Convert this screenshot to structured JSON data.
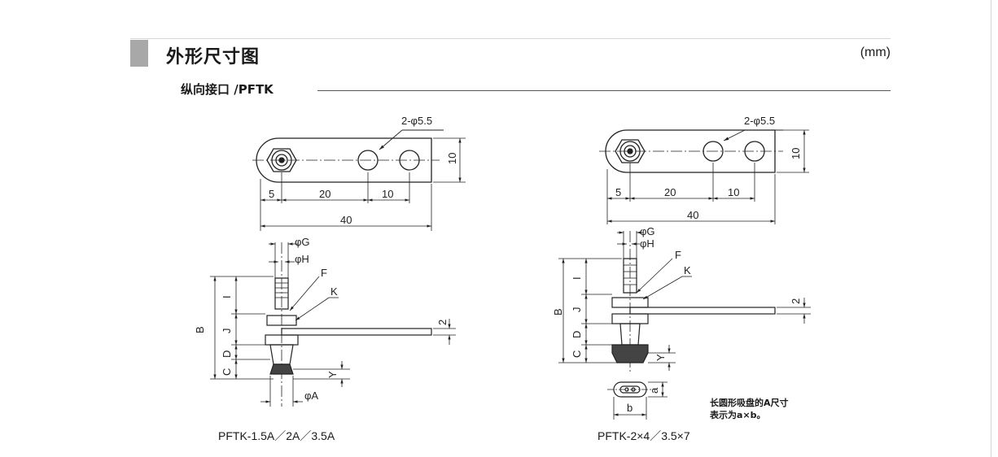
{
  "header": {
    "title": "外形尺寸图",
    "unit": "(mm)",
    "subtitle": "纵向接口 /PFTK"
  },
  "left_view": {
    "caption": "PFTK-1.5A／2A／3.5A",
    "top_dims": {
      "holes": "2-φ5.5",
      "d5": "5",
      "d20": "20",
      "d10": "10",
      "d40": "40",
      "h10": "10"
    },
    "side_labels": {
      "G": "φG",
      "H": "φH",
      "F": "F",
      "K": "K",
      "I": "I",
      "J": "J",
      "D": "D",
      "C": "C",
      "B": "B",
      "Y": "Y",
      "A": "φA",
      "t2": "2"
    }
  },
  "right_view": {
    "caption": "PFTK-2×4／3.5×7",
    "top_dims": {
      "holes": "2-φ5.5",
      "d5": "5",
      "d20": "20",
      "d10": "10",
      "d40": "40",
      "h10": "10"
    },
    "side_labels": {
      "G": "φG",
      "H": "φH",
      "F": "F",
      "K": "K",
      "I": "I",
      "J": "J",
      "D": "D",
      "C": "C",
      "B": "B",
      "Y": "Y",
      "a": "a",
      "b": "b",
      "t2": "2"
    },
    "note_line1": "长圆形吸盘的A尺寸",
    "note_line2": "表示为a×b。"
  }
}
